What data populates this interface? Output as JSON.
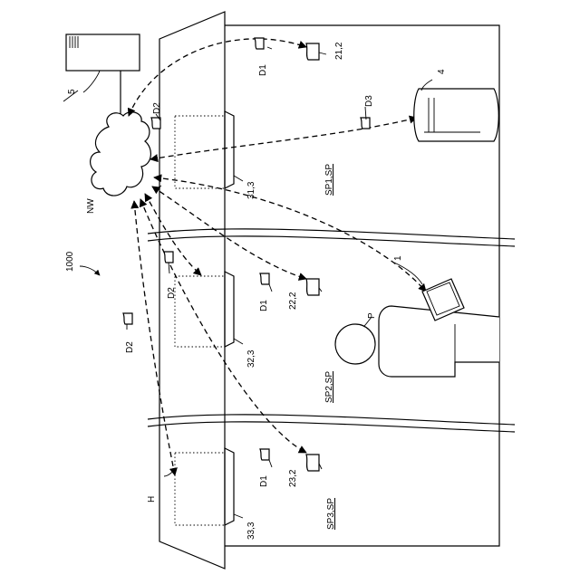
{
  "labels": {
    "system": "1000",
    "network": "NW",
    "server": "5",
    "terminal": "1",
    "device4": "4",
    "person": "P",
    "house": "H",
    "space1": "SP1,SP",
    "space2": "SP2,SP",
    "space3": "SP3,SP",
    "appliance1": "21,2",
    "appliance2": "22,2",
    "appliance3": "23,2",
    "ceiling1": "31,3",
    "ceiling2": "32,3",
    "ceiling3": "33,3",
    "d1": "D1",
    "d2": "D2",
    "d3": "D3"
  }
}
